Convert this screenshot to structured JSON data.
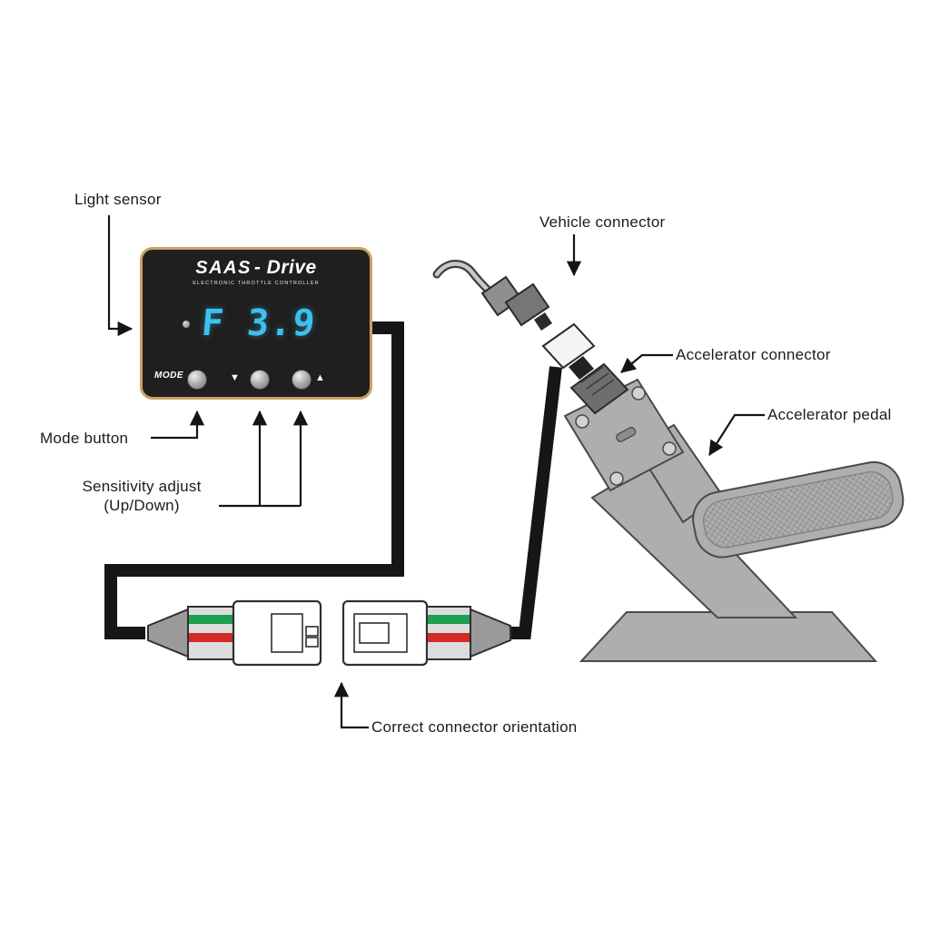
{
  "labels": {
    "light_sensor": "Light sensor",
    "mode_button": "Mode button",
    "sensitivity_line1": "Sensitivity adjust",
    "sensitivity_line2": "(Up/Down)",
    "vehicle_connector": "Vehicle connector",
    "accelerator_connector": "Accelerator connector",
    "accelerator_pedal": "Accelerator pedal",
    "connector_orientation": "Correct connector orientation"
  },
  "device": {
    "brand": "SAAS",
    "product": "- Drive",
    "subtitle": "ELECTRONIC THROTTLE CONTROLLER",
    "display_value": "F 3.9",
    "mode_label": "MODE",
    "down_symbol": "▼",
    "up_symbol": "▲"
  },
  "colors": {
    "display_cyan": "#3cc0ee",
    "device_border_gold": "#c8a265",
    "stripe_green": "#1e9e50",
    "stripe_red": "#d42a2a",
    "cable_black": "#161616",
    "pedal_grey": "#aeaeae"
  }
}
